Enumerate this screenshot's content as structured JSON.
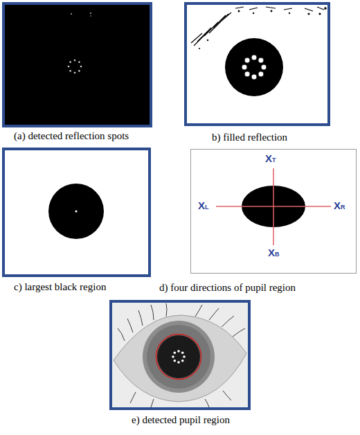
{
  "diagram": {
    "nodes": [
      {
        "text": [
          "(a) detected reflection spots"
        ]
      },
      {
        "text": [
          "b) filled reflection"
        ]
      },
      {
        "text": [
          "c) largest black region"
        ]
      },
      {
        "text": [
          "d) four directions of pupil region"
        ]
      },
      {
        "text": [
          "e) detected pupil region"
        ]
      }
    ],
    "labels": [
      "XT",
      "XL",
      "XR",
      "XB"
    ]
  }
}
